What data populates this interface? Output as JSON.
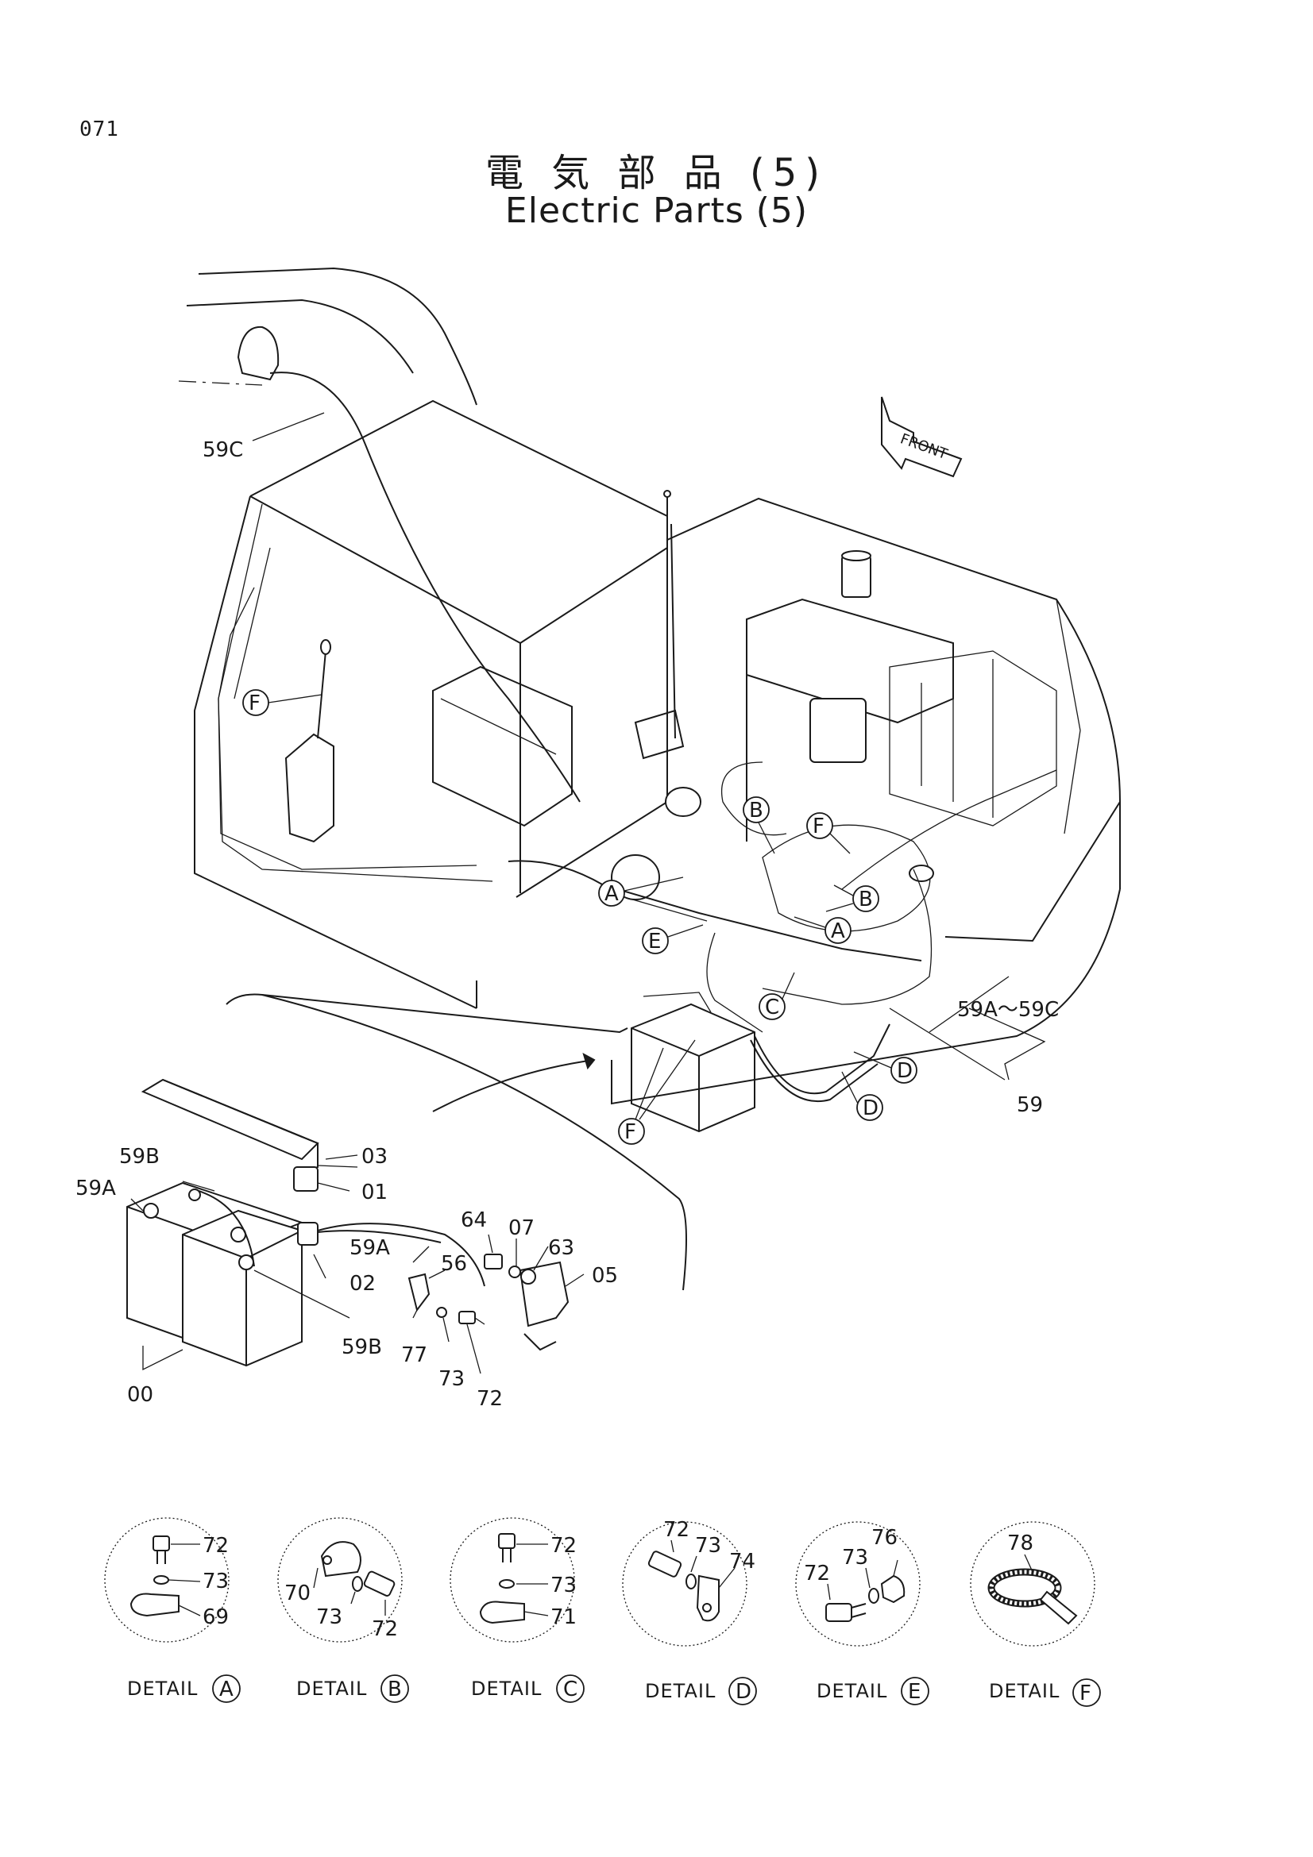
{
  "page": {
    "number": "071",
    "title_jp": "電 気 部 品 (5)",
    "title_en": "Electric Parts (5)"
  },
  "front_arrow": {
    "label": "FRONT"
  },
  "callouts": {
    "c59C": "59C",
    "c59A_59C": "59A～59C",
    "c59": "59",
    "c03": "03",
    "c01": "01",
    "c59B_top": "59B",
    "c59A_left": "59A",
    "c59A_right": "59A",
    "c02": "02",
    "c59B_bottom": "59B",
    "c00": "00",
    "c64": "64",
    "c07": "07",
    "c63": "63",
    "c05": "05",
    "c56": "56",
    "c77": "77",
    "c73": "73",
    "c72": "72"
  },
  "markers": {
    "A": "A",
    "B": "B",
    "C": "C",
    "D": "D",
    "E": "E",
    "F": "F"
  },
  "details": [
    {
      "title": "DETAIL",
      "letter": "A",
      "parts": [
        "72",
        "73",
        "69"
      ]
    },
    {
      "title": "DETAIL",
      "letter": "B",
      "parts": [
        "70",
        "73",
        "72"
      ]
    },
    {
      "title": "DETAIL",
      "letter": "C",
      "parts": [
        "72",
        "73",
        "71"
      ]
    },
    {
      "title": "DETAIL",
      "letter": "D",
      "parts": [
        "72",
        "73",
        "74"
      ]
    },
    {
      "title": "DETAIL",
      "letter": "E",
      "parts": [
        "72",
        "73",
        "76"
      ]
    },
    {
      "title": "DETAIL",
      "letter": "F",
      "parts": [
        "78"
      ]
    }
  ]
}
